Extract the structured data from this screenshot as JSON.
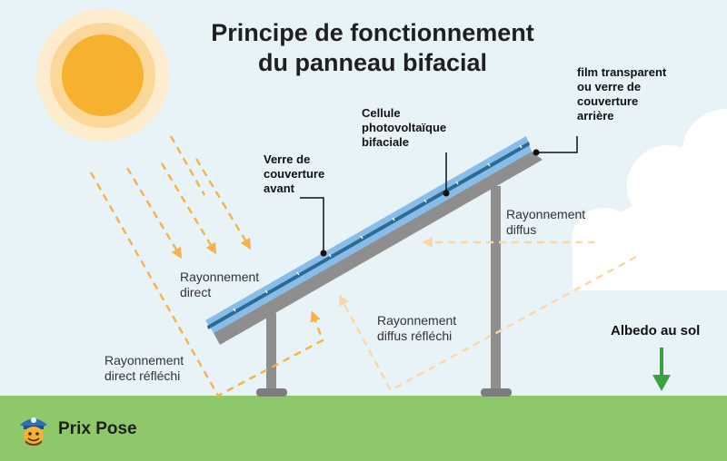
{
  "title": {
    "line1": "Principe de fonctionnement",
    "line2": "du panneau bifacial"
  },
  "callouts": {
    "rear_glass": [
      "film transparent",
      "ou verre de",
      "couverture",
      "arrière"
    ],
    "cell": [
      "Cellule",
      "photovoltaïque",
      "bifaciale"
    ],
    "front_glass": [
      "Verre de",
      "couverture",
      "avant"
    ]
  },
  "rays": {
    "direct": [
      "Rayonnement",
      "direct"
    ],
    "direct_reflected": [
      "Rayonnement",
      "direct réfléchi"
    ],
    "diffuse": [
      "Rayonnement",
      "diffus"
    ],
    "diffuse_reflected": [
      "Rayonnement",
      "diffus réfléchi"
    ]
  },
  "albedo": "Albedo au sol",
  "brand": {
    "name": "Prix Pose",
    "icon": "mascot-logo-icon"
  },
  "colors": {
    "sky": "#e8f3f8",
    "ground": "#8ec86a",
    "sun_core": "#f6b22e",
    "sun_halo": "#fbe0b0",
    "direct_ray": "#f6b24a",
    "diffuse_ray": "#fbd7a8",
    "panel_glass": "#87bde8",
    "panel_cell": "#2b6a93",
    "frame": "#8e8e8e",
    "albedo_arrow": "#3aa040"
  }
}
